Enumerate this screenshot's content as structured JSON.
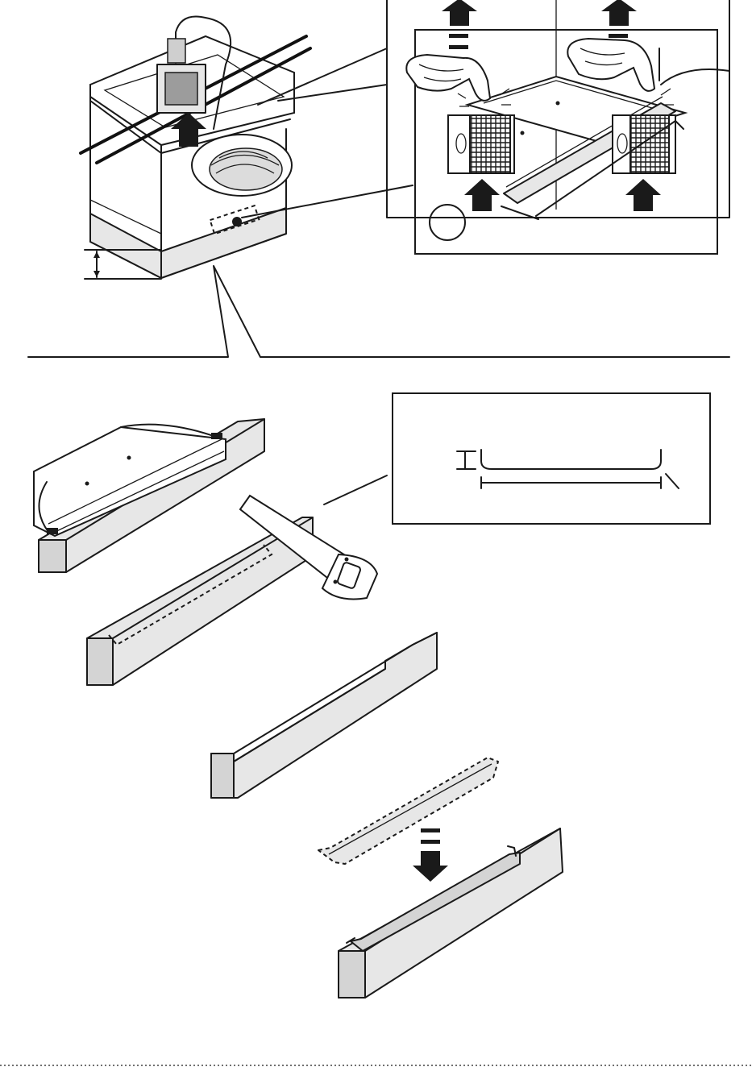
{
  "figure": {
    "panels": [
      "appliance-overview",
      "filter-detail",
      "plinth-cutting-sequence",
      "cut-dimension-detail"
    ],
    "colors": {
      "line": "#1a1a1a",
      "fill_light": "#e7e7e7",
      "fill_mid": "#d4d4d4",
      "background": "#ffffff"
    },
    "icons": [
      "arrow-up-icon",
      "arrow-down-icon",
      "saw-icon",
      "hand-icon",
      "power-plug-icon",
      "filter-icon",
      "circle-marker-icon"
    ]
  }
}
